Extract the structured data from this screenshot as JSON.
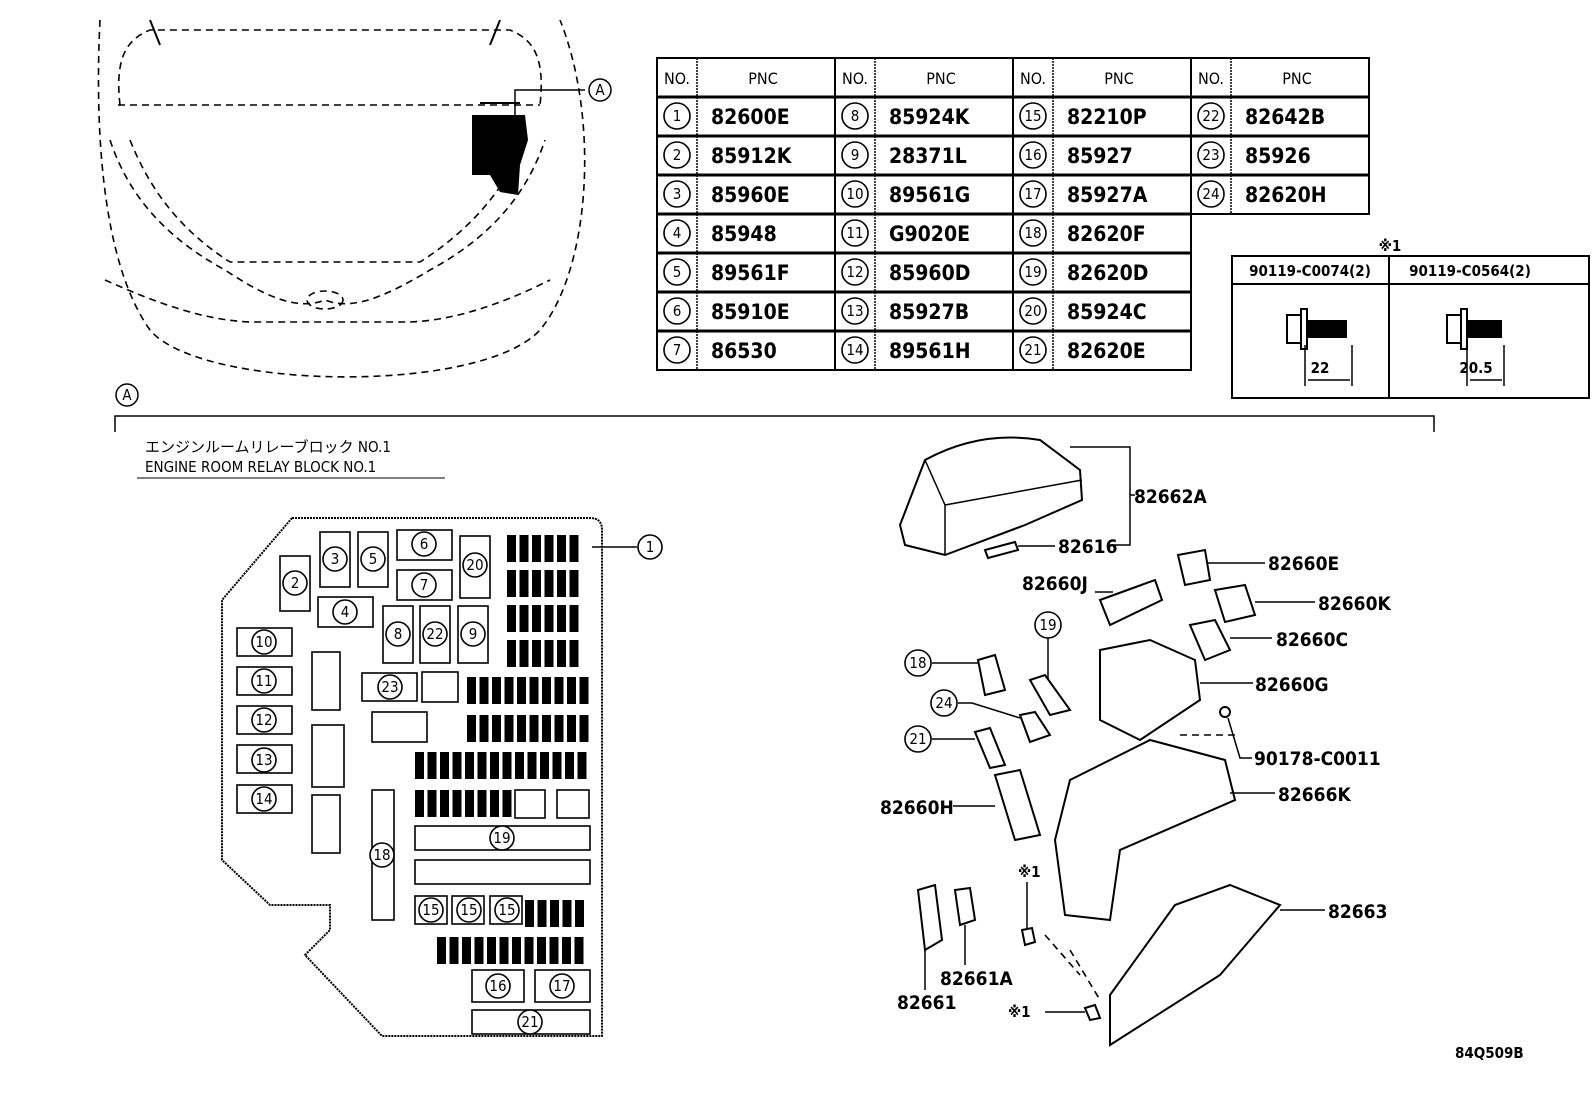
{
  "location_marker": "A",
  "table": {
    "headers": {
      "no": "NO.",
      "pnc": "PNC"
    },
    "groups": [
      [
        [
          "1",
          "82600E"
        ],
        [
          "2",
          "85912K"
        ],
        [
          "3",
          "85960E"
        ],
        [
          "4",
          "85948"
        ],
        [
          "5",
          "89561F"
        ],
        [
          "6",
          "85910E"
        ],
        [
          "7",
          "86530"
        ]
      ],
      [
        [
          "8",
          "85924K"
        ],
        [
          "9",
          "28371L"
        ],
        [
          "10",
          "89561G"
        ],
        [
          "11",
          "G9020E"
        ],
        [
          "12",
          "85960D"
        ],
        [
          "13",
          "85927B"
        ],
        [
          "14",
          "89561H"
        ]
      ],
      [
        [
          "15",
          "82210P"
        ],
        [
          "16",
          "85927"
        ],
        [
          "17",
          "85927A"
        ],
        [
          "18",
          "82620F"
        ],
        [
          "19",
          "82620D"
        ],
        [
          "20",
          "85924C"
        ],
        [
          "21",
          "82620E"
        ]
      ],
      [
        [
          "22",
          "82642B"
        ],
        [
          "23",
          "85926"
        ],
        [
          "24",
          "82620H"
        ]
      ]
    ]
  },
  "bolts": {
    "note": "※1",
    "items": [
      {
        "part": "90119-C0074(2)",
        "length": "22"
      },
      {
        "part": "90119-C0564(2)",
        "length": "20.5"
      }
    ]
  },
  "section": {
    "marker": "A",
    "title_jp": "エンジンルームリレーブロック NO.1",
    "title_en": "ENGINE ROOM RELAY BLOCK NO.1"
  },
  "fuse_block": {
    "callouts": [
      "1",
      "2",
      "3",
      "5",
      "6",
      "20",
      "7",
      "4",
      "8",
      "22",
      "9",
      "10",
      "11",
      "12",
      "13",
      "14",
      "23",
      "19",
      "18",
      "15",
      "15",
      "15",
      "16",
      "17",
      "21"
    ]
  },
  "exploded": {
    "labels": [
      "82662A",
      "82616",
      "82660E",
      "82660J",
      "82660K",
      "82660C",
      "82660G",
      "90178-C0011",
      "82666K",
      "82660H",
      "82663",
      "82661A",
      "82661"
    ],
    "callouts": [
      "19",
      "18",
      "24",
      "21"
    ],
    "notes": [
      "※1",
      "※1"
    ]
  },
  "diagram_code": "84Q509B"
}
